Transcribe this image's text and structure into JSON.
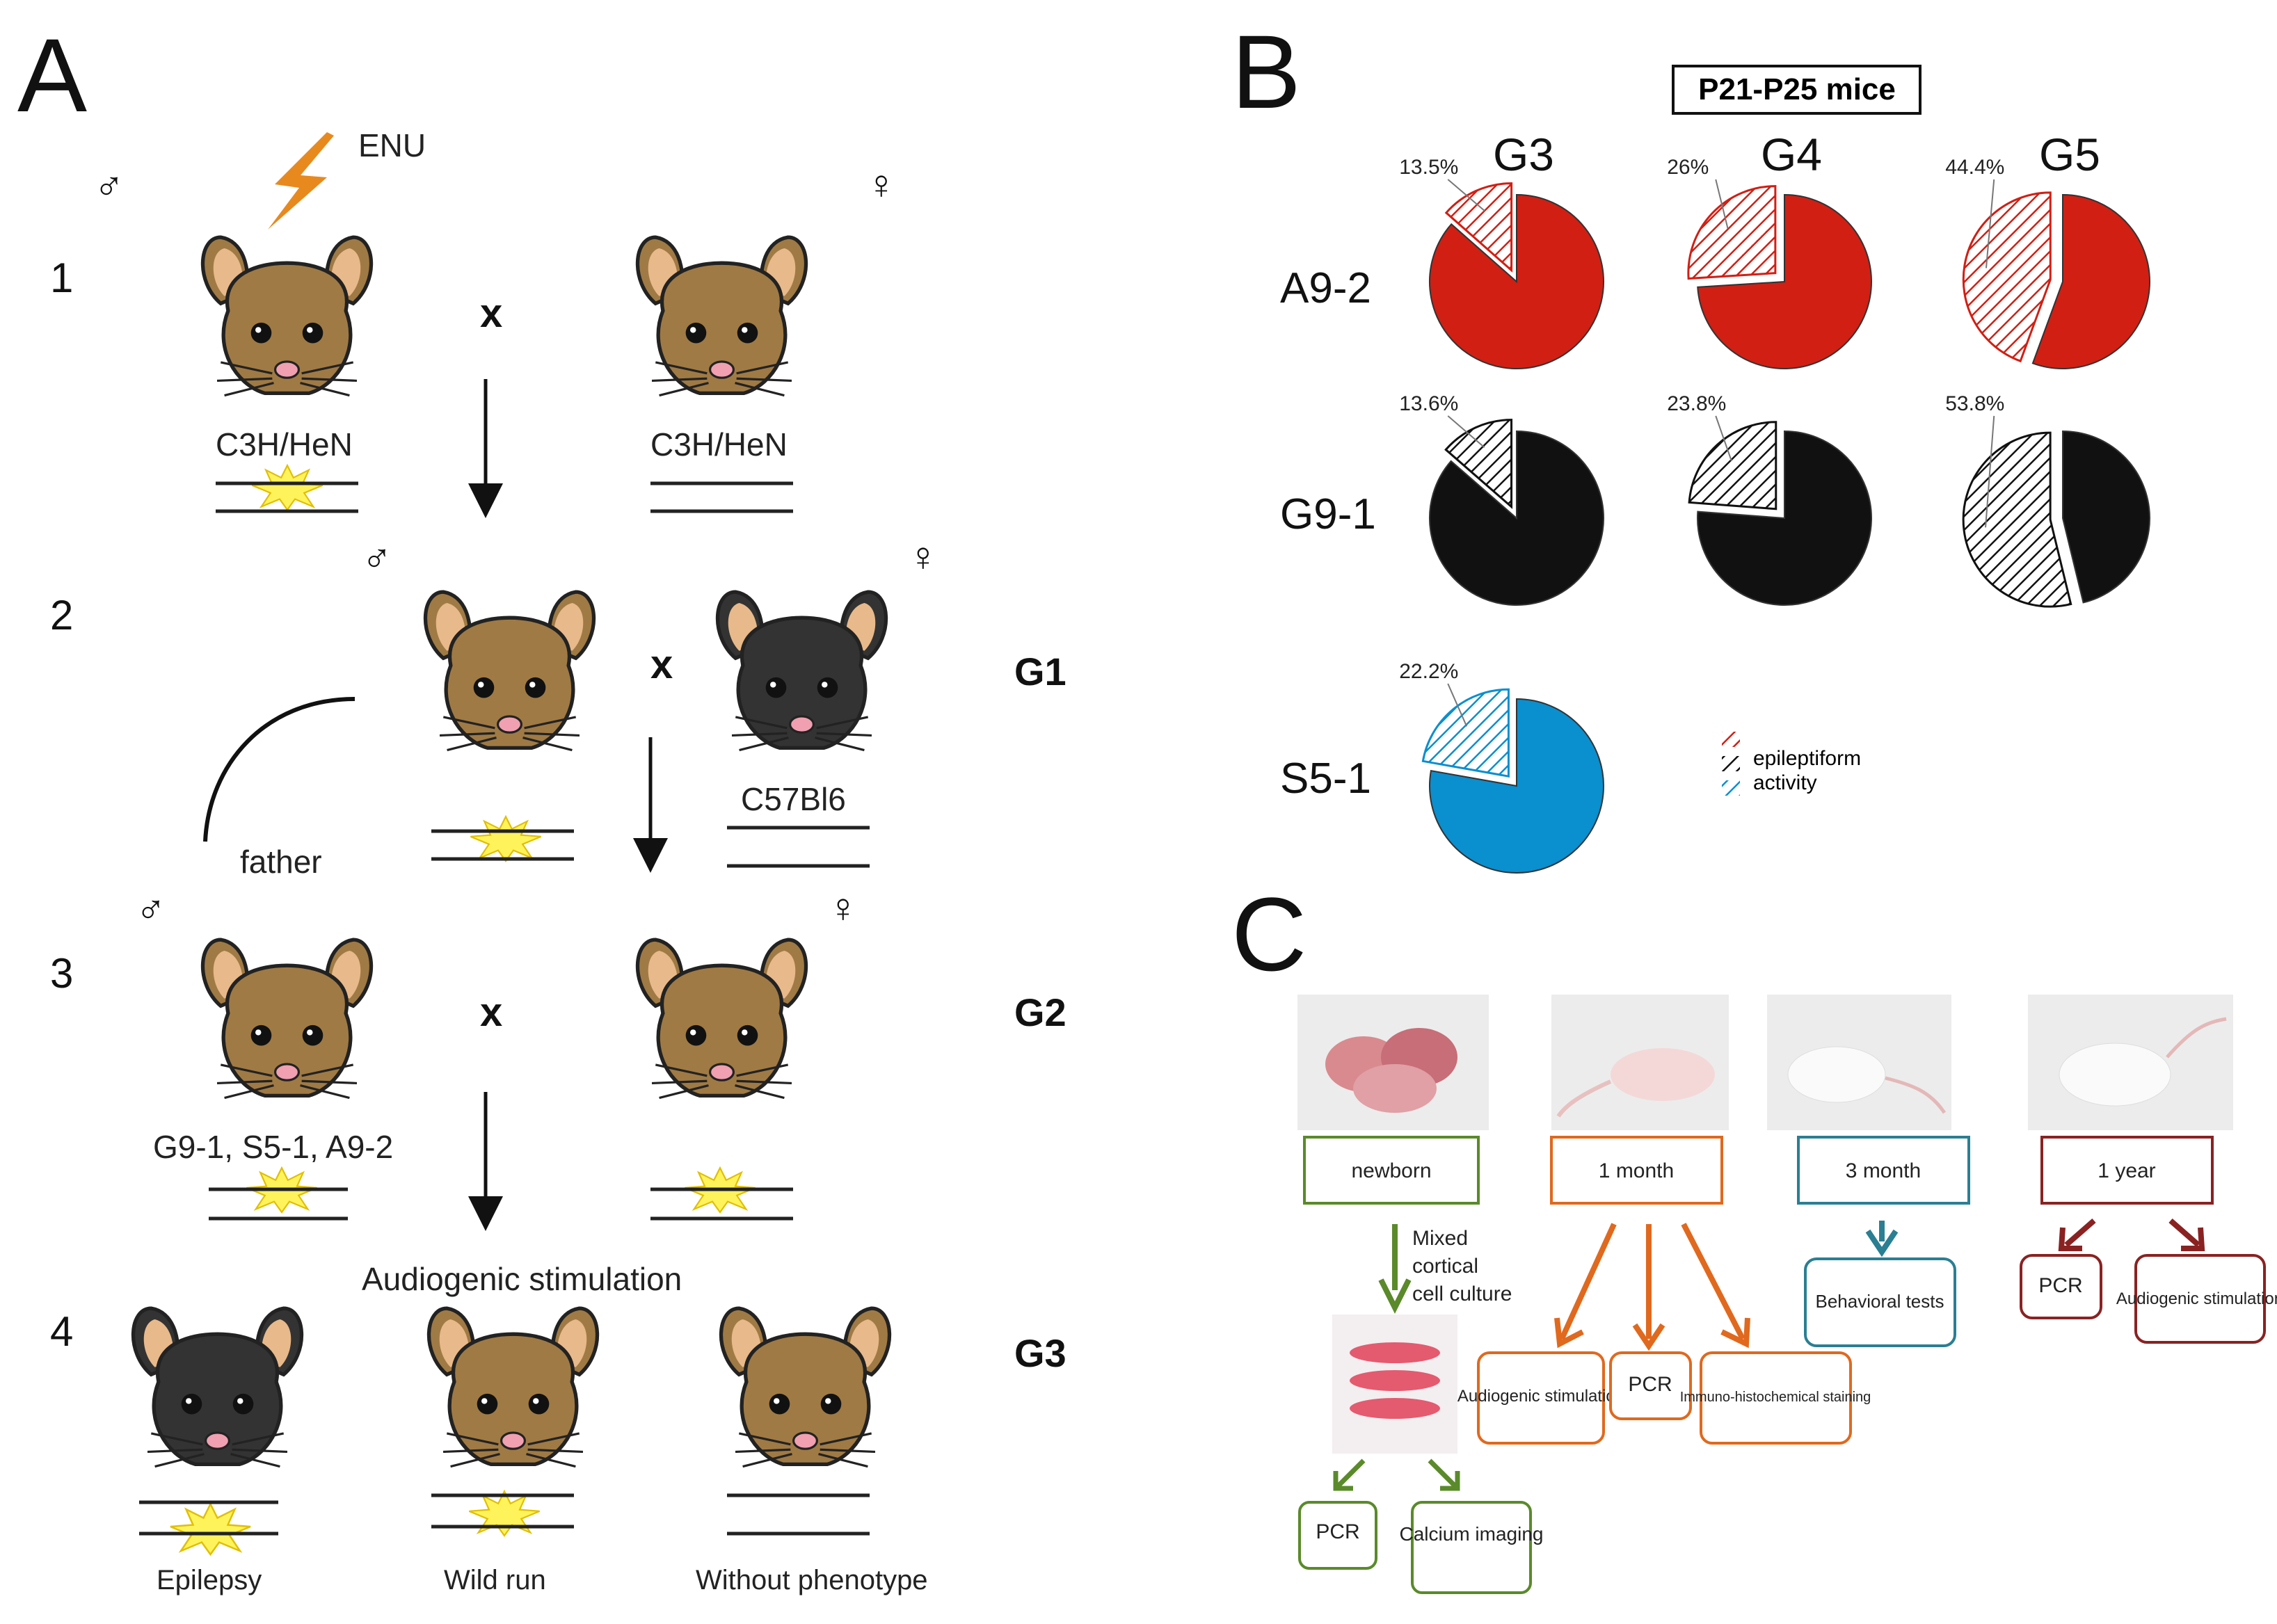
{
  "panel_a": {
    "letter": "A",
    "mutagen": "ENU",
    "male_symbol": "♂",
    "female_symbol": "♀",
    "cross_symbol": "x",
    "steps": [
      "1",
      "2",
      "3",
      "4"
    ],
    "generations": [
      "G1",
      "G2",
      "G3"
    ],
    "strain_c3h_left": "C3H/HeN",
    "strain_c3h_right": "C3H/HeN",
    "strain_c57": "C57Bl6",
    "father_label": "father",
    "lines_label": "G9-1, S5-1, A9-2",
    "audiogenic_title": "Audiogenic stimulation",
    "phenotypes": [
      "Epilepsy",
      "Wild run",
      "Without phenotype"
    ]
  },
  "panel_b": {
    "letter": "B",
    "title": "P21-P25 mice",
    "columns": [
      "G3",
      "G4",
      "G5"
    ],
    "rows": [
      "A9-2",
      "G9-1",
      "S5-1"
    ],
    "legend_text": [
      "epileptiform",
      "activity"
    ],
    "colors": {
      "A9-2": "#d11f14",
      "G9-1": "#111111",
      "S5-1": "#0a8fcf"
    }
  },
  "chart_data": {
    "type": "pie",
    "title": "P21-P25 mice",
    "series": [
      {
        "name": "A9-2",
        "G3": 13.5,
        "G4": 26,
        "G5": 44.4,
        "labels": [
          "13.5%",
          "26%",
          "44.4%"
        ]
      },
      {
        "name": "G9-1",
        "G3": 13.6,
        "G4": 23.8,
        "G5": 53.8,
        "labels": [
          "13.6%",
          "23.8%",
          "53.8%"
        ]
      },
      {
        "name": "S5-1",
        "G3": 22.2,
        "labels": [
          "22.2%"
        ]
      }
    ],
    "categories": [
      "G3",
      "G4",
      "G5"
    ],
    "legend": "epileptiform activity"
  },
  "panel_c": {
    "letter": "C",
    "ages": [
      {
        "label": "newborn",
        "color": "#5a8a2a"
      },
      {
        "label": "1 month",
        "color": "#e0691e"
      },
      {
        "label": "3 month",
        "color": "#2a7f93"
      },
      {
        "label": "1 year",
        "color": "#8a2222"
      }
    ],
    "newborn_arrow_text": [
      "Mixed",
      "cortical",
      "cell culture"
    ],
    "newborn_outputs": [
      "PCR",
      "Calcium imaging"
    ],
    "month1_outputs": [
      "Audiogenic stimulation",
      "PCR",
      "Immuno-histochemical staining"
    ],
    "month3_outputs": [
      "Behavioral tests"
    ],
    "year1_outputs": [
      "PCR",
      "Audiogenic stimulation"
    ]
  }
}
